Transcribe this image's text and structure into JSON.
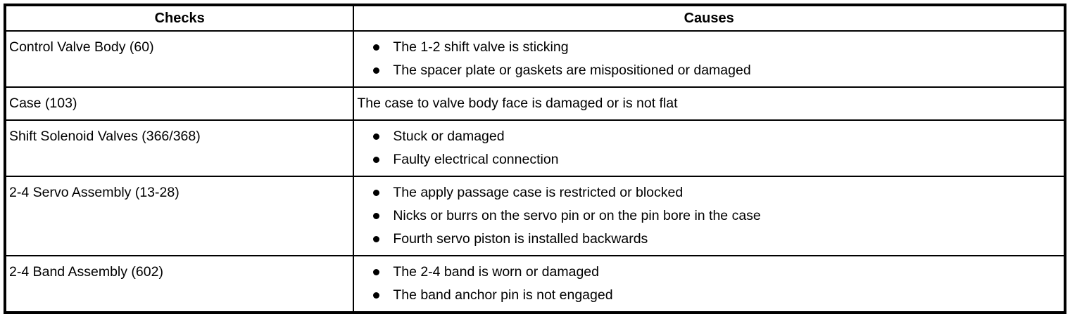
{
  "table": {
    "headers": {
      "checks": "Checks",
      "causes": "Causes"
    },
    "rows": [
      {
        "check": "Control Valve Body (60)",
        "bullets": true,
        "causes": [
          "The 1-2 shift valve is sticking",
          "The spacer plate or gaskets are mispositioned or damaged"
        ]
      },
      {
        "check": "Case (103)",
        "bullets": false,
        "causes": [
          "The case to valve body face is damaged or is not flat"
        ]
      },
      {
        "check": "Shift Solenoid Valves (366/368)",
        "bullets": true,
        "causes": [
          "Stuck or damaged",
          "Faulty electrical connection"
        ]
      },
      {
        "check": "2-4 Servo Assembly (13-28)",
        "bullets": true,
        "causes": [
          "The apply passage case is restricted or blocked",
          "Nicks or burrs on the servo pin or on the pin bore in the case",
          "Fourth servo piston is installed backwards"
        ]
      },
      {
        "check": "2-4 Band Assembly (602)",
        "bullets": true,
        "causes": [
          "The 2-4 band is worn or damaged",
          "The band anchor pin is not engaged"
        ]
      }
    ],
    "colors": {
      "border": "#000000",
      "background": "#ffffff",
      "text": "#000000"
    }
  }
}
